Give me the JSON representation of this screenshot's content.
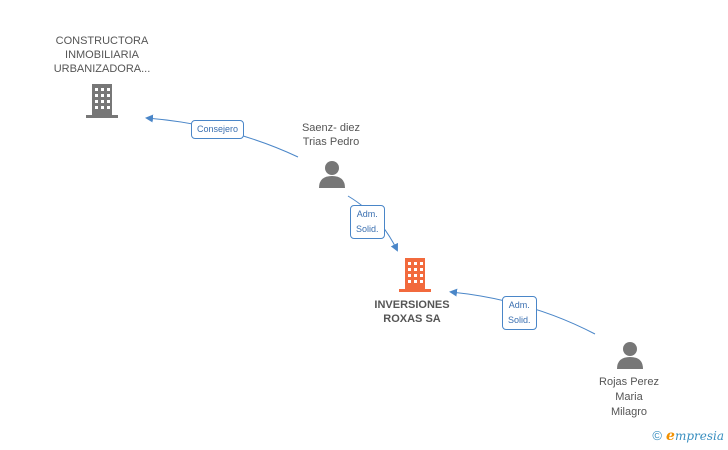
{
  "nodes": {
    "constructora": {
      "lines": [
        "CONSTRUCTORA",
        "INMOBILIARIA",
        "URBANIZADORA..."
      ],
      "type": "company",
      "color": "#777777"
    },
    "saenz": {
      "lines": [
        "Saenz- diez",
        "Trias Pedro"
      ],
      "type": "person",
      "color": "#777777"
    },
    "inversiones": {
      "lines": [
        "INVERSIONES",
        "ROXAS SA"
      ],
      "type": "company",
      "color": "#f26a3d"
    },
    "rojas": {
      "lines": [
        "Rojas Perez",
        "Maria",
        "Milagro"
      ],
      "type": "person",
      "color": "#777777"
    }
  },
  "edges": {
    "consejero": {
      "lines": [
        "Consejero"
      ]
    },
    "adm_saenz": {
      "lines": [
        "Adm.",
        "Solid."
      ]
    },
    "adm_rojas": {
      "lines": [
        "Adm.",
        "Solid."
      ]
    }
  },
  "footer": {
    "copyright_symbol": "©",
    "brand_initial": "e",
    "brand_rest": "mpresia"
  },
  "colors": {
    "edge": "#4a86c8",
    "accent": "#f26a3d"
  }
}
